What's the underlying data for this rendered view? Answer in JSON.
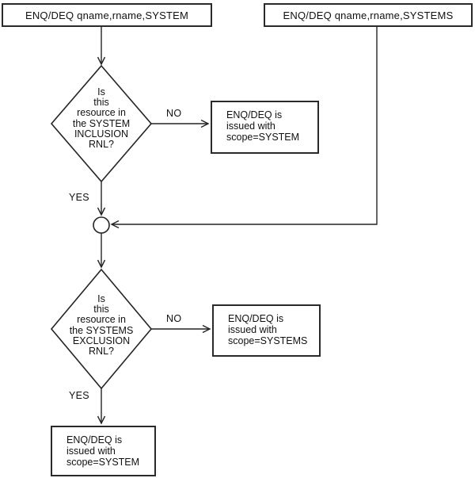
{
  "colors": {
    "line": "#242424",
    "text": "#111111",
    "background": "#ffffff"
  },
  "nodes": {
    "input_system": {
      "label": "ENQ/DEQ qname,rname,SYSTEM"
    },
    "input_systems": {
      "label": "ENQ/DEQ qname,rname,SYSTEMS"
    },
    "decision_inclusion": {
      "lines": [
        "Is",
        "this",
        "resource in",
        "the SYSTEM",
        "INCLUSION",
        "RNL?"
      ]
    },
    "decision_exclusion": {
      "lines": [
        "Is",
        "this",
        "resource in",
        "the SYSTEMS",
        "EXCLUSION",
        "RNL?"
      ]
    },
    "result_inclusion_no": {
      "lines": [
        "ENQ/DEQ is",
        "issued with",
        "scope=SYSTEM"
      ]
    },
    "result_exclusion_no": {
      "lines": [
        "ENQ/DEQ is",
        "issued with",
        "scope=SYSTEMS"
      ]
    },
    "result_exclusion_yes": {
      "lines": [
        "ENQ/DEQ is",
        "issued with",
        "scope=SYSTEM"
      ]
    }
  },
  "edge_labels": {
    "inclusion_no": "NO",
    "inclusion_yes": "YES",
    "exclusion_no": "NO",
    "exclusion_yes": "YES"
  }
}
